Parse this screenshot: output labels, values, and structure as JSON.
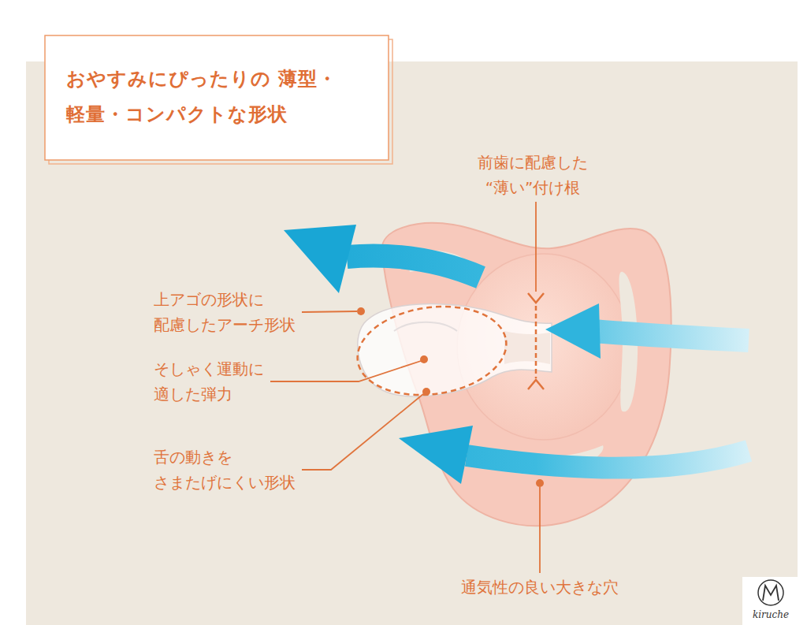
{
  "diagram": {
    "title": "おやすみにぴったりの 薄型・軽量・コンパクトな形状",
    "labels": [
      "前歯に配慮した “薄い”付け根",
      "上アゴの形状に 配慮したアーチ形状",
      "そしゃく運動に 適した弾力",
      "舌の動きを さまたげにくい形状",
      "通気性の良い大きな穴",
      "kiruche"
    ]
  }
}
